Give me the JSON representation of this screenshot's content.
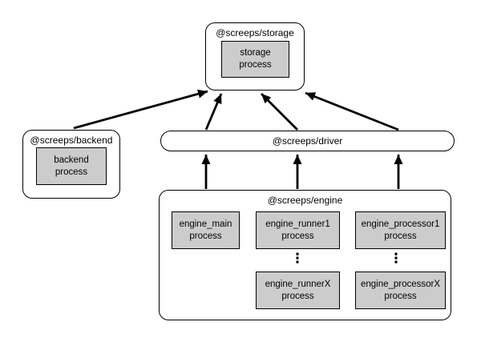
{
  "colors": {
    "background": "#ffffff",
    "node_fill": "#ffffff",
    "process_fill": "#cccccc",
    "line": "#000000"
  },
  "nodes": {
    "storage": {
      "label": "@screeps/storage",
      "process": "storage\nprocess"
    },
    "backend": {
      "label": "@screeps/backend",
      "process": "backend\nprocess"
    },
    "driver": {
      "label": "@screeps/driver"
    },
    "engine": {
      "label": "@screeps/engine",
      "main_process": "engine_main\nprocess",
      "runner1_process": "engine_runner1\nprocess",
      "runnerX_process": "engine_runnerX\nprocess",
      "processor1_process": "engine_processor1\nprocess",
      "processorX_process": "engine_processorX\nprocess",
      "runner_ellipsis": "⋮",
      "processor_ellipsis": "⋮"
    }
  },
  "edges": [
    {
      "from": "backend",
      "to": "storage"
    },
    {
      "from": "driver",
      "to": "storage"
    },
    {
      "from": "driver",
      "to": "storage"
    },
    {
      "from": "driver",
      "to": "storage"
    },
    {
      "from": "engine",
      "to": "driver"
    },
    {
      "from": "engine",
      "to": "driver"
    },
    {
      "from": "engine",
      "to": "driver"
    }
  ]
}
